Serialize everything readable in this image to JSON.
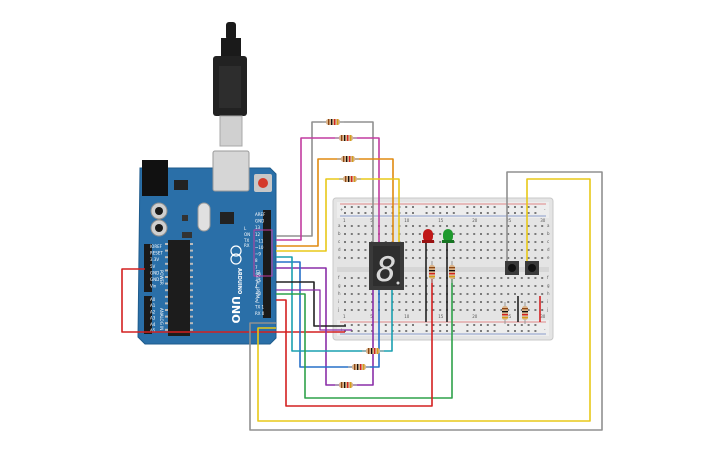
{
  "arduino": {
    "brand": "ARDUINO",
    "model": "UNO",
    "on_label": "ON",
    "tx_label": "TX",
    "rx_label": "RX",
    "l_label": "L",
    "digital_label": "DIGITAL (PWM~)",
    "power_label": "POWER",
    "analog_label": "ANALOG IN",
    "power_pins": [
      "IOREF",
      "RESET",
      "3.3V",
      "5V",
      "GND",
      "GND",
      "Vin"
    ],
    "analog_pins": [
      "A0",
      "A1",
      "A2",
      "A3",
      "A4",
      "A5"
    ],
    "digital_pins": [
      "AREF",
      "GND",
      "13",
      "12",
      "~11",
      "~10",
      "~9",
      "8",
      "7",
      "~6",
      "~5",
      "4",
      "~3",
      "2",
      "TX 1",
      "RX 0"
    ]
  },
  "breadboard": {
    "column_numbers": [
      "1",
      "5",
      "10",
      "15",
      "20",
      "25",
      "30"
    ],
    "row_letters": [
      "a",
      "b",
      "c",
      "d",
      "e",
      "f",
      "g",
      "h",
      "i",
      "j"
    ],
    "rail_plus": "+",
    "rail_minus": "-"
  },
  "seven_segment": {
    "display": "8"
  },
  "colors": {
    "board": "#2a6fa8",
    "breadboard": "#e6e6e6",
    "wire_red": "#d42020",
    "wire_yellow": "#e8c818",
    "wire_gray": "#909090",
    "wire_purple": "#8a2ea8",
    "wire_magenta": "#c23ca0",
    "wire_orange": "#e08a10",
    "wire_green": "#2ea24a",
    "wire_teal": "#1aa0b0",
    "wire_blue": "#2670c8",
    "wire_black": "#222222",
    "led_red": "#c01818",
    "led_green": "#1f9a2e"
  },
  "icons": [
    "usb-cable-icon",
    "resistor-icon",
    "led-icon",
    "pushbutton-icon",
    "seven-segment-icon",
    "arduino-logo-icon"
  ]
}
